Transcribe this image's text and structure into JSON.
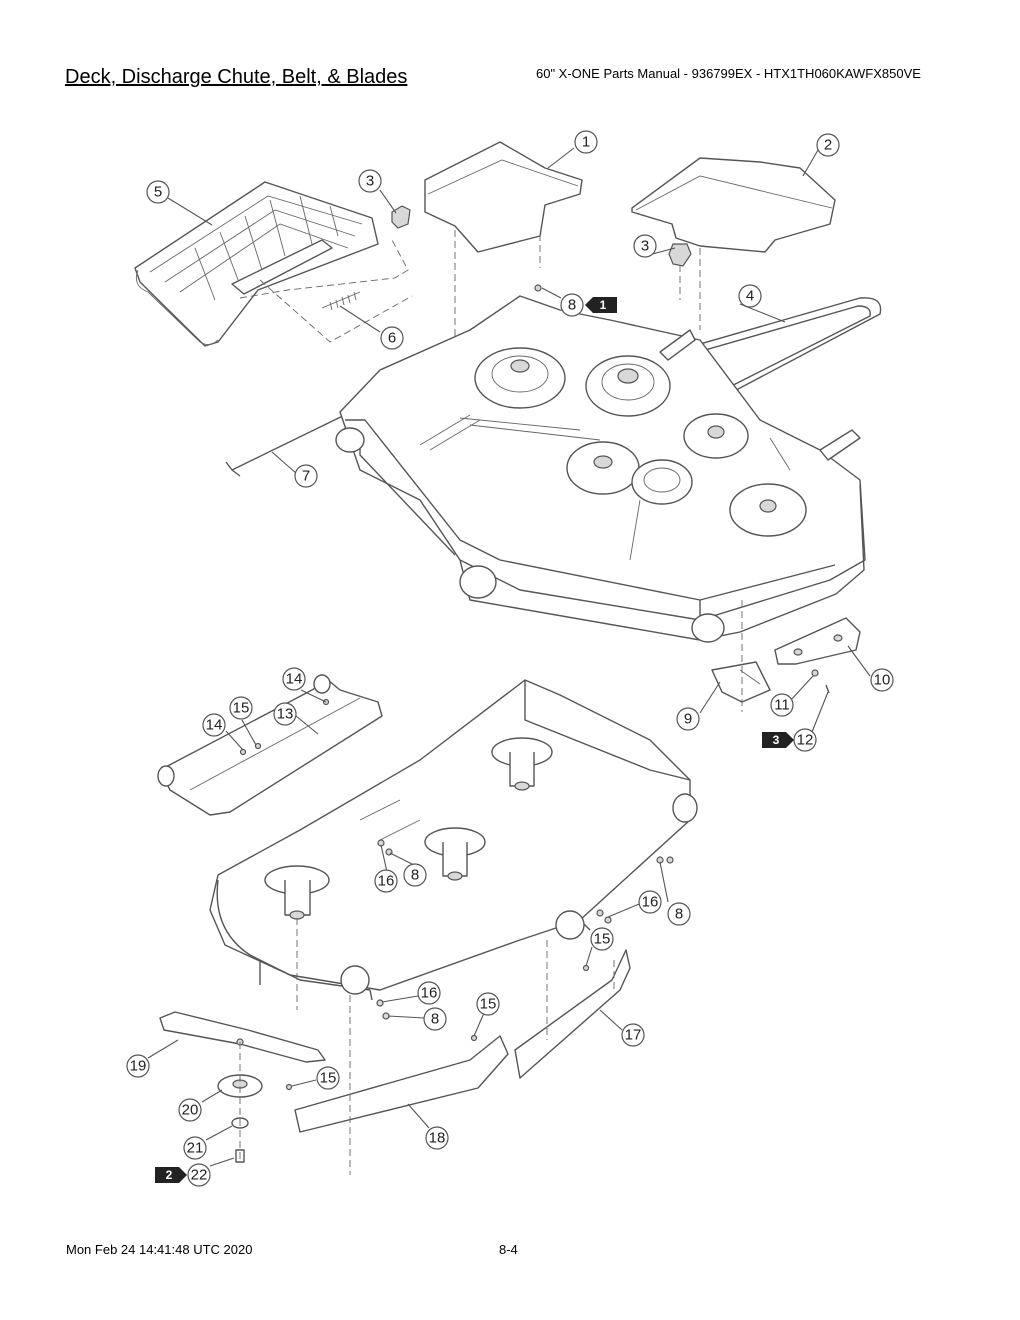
{
  "header": {
    "title": "Deck, Discharge Chute, Belt, & Blades",
    "manual_ref": "60\" X-ONE Parts Manual - 936799EX - HTX1TH060KAWFX850VE"
  },
  "footer": {
    "timestamp": "Mon Feb 24 14:41:48 UTC 2020",
    "page_number": "8-4"
  },
  "callouts": {
    "c1": "1",
    "c2": "2",
    "c3a": "3",
    "c3b": "3",
    "c4": "4",
    "c5": "5",
    "c6": "6",
    "c7": "7",
    "c8a": "8",
    "c8b": "8",
    "c8c": "8",
    "c8d": "8",
    "c9": "9",
    "c10": "10",
    "c11": "11",
    "c12": "12",
    "c13": "13",
    "c14a": "14",
    "c14b": "14",
    "c15a": "15",
    "c15b": "15",
    "c15c": "15",
    "c15d": "15",
    "c16a": "16",
    "c16b": "16",
    "c16c": "16",
    "c17": "17",
    "c18": "18",
    "c19": "19",
    "c20": "20",
    "c21": "21",
    "c22": "22"
  },
  "note_tags": {
    "t1": "1",
    "t2": "2",
    "t3": "3"
  },
  "colors": {
    "line": "#555555",
    "tag_fill": "#222222",
    "background": "#ffffff"
  }
}
